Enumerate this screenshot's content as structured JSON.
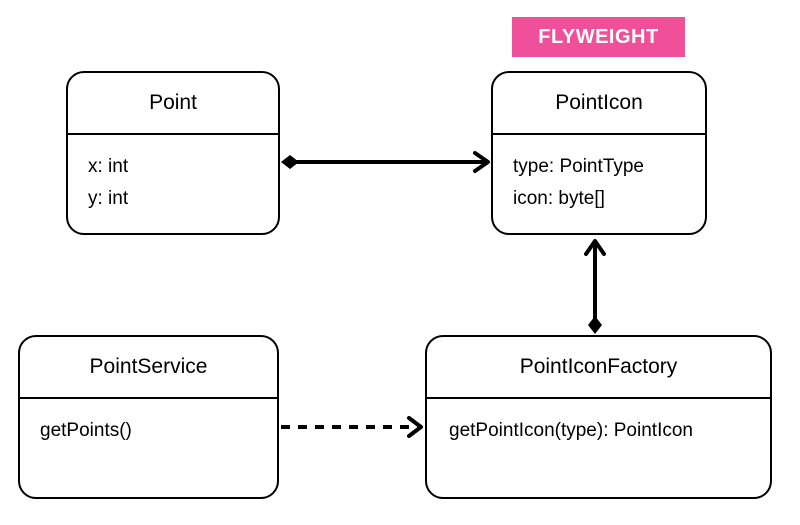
{
  "badge": {
    "label": "FLYWEIGHT",
    "color": "#f0509a"
  },
  "classes": {
    "point": {
      "name": "Point",
      "members": [
        "x: int",
        "y: int"
      ]
    },
    "point_icon": {
      "name": "PointIcon",
      "members": [
        "type: PointType",
        "icon: byte[]"
      ]
    },
    "point_service": {
      "name": "PointService",
      "members": [
        "getPoints()"
      ]
    },
    "point_icon_factory": {
      "name": "PointIconFactory",
      "members": [
        "getPointIcon(type): PointIcon"
      ]
    }
  },
  "relations": [
    {
      "from": "Point",
      "to": "PointIcon",
      "kind": "composition"
    },
    {
      "from": "PointIconFactory",
      "to": "PointIcon",
      "kind": "composition"
    },
    {
      "from": "PointService",
      "to": "PointIconFactory",
      "kind": "dependency"
    }
  ]
}
